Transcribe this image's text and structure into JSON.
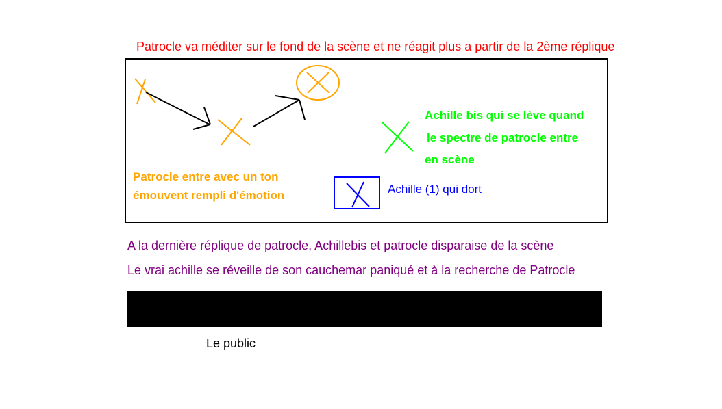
{
  "notes": {
    "top": "Patrocle va méditer sur le fond de la scène et ne réagit plus a partir de la 2ème réplique",
    "last_reply": "A la dernière réplique de patrocle, Achillebis et patrocle disparaise de la scène",
    "wake_up": "Le vrai achille se réveille de son cauchemar paniqué et à la recherche de Patrocle"
  },
  "stage": {
    "patrocle_label_lines": [
      "Patrocle entre avec un ton",
      "émouvent rempli d'émotion"
    ],
    "achille_bis_label_lines": [
      "Achille bis qui se lève quand",
      "le spectre de patrocle entre",
      "en scène"
    ],
    "achille_one_label": "Achille (1) qui dort"
  },
  "audience": {
    "label": "Le public"
  },
  "colors": {
    "note_top": "#ff0000",
    "patrocle": "#ffa500",
    "achille_bis": "#00ff00",
    "achille_one": "#0000ff",
    "bottom_notes": "#800080",
    "arrows": "#000000",
    "audience_bar": "#000000"
  },
  "icons": [
    "patrocle-cross-icon",
    "arrow-icon",
    "circled-cross-icon",
    "achille-bis-cross-icon",
    "boxed-cross-icon"
  ]
}
